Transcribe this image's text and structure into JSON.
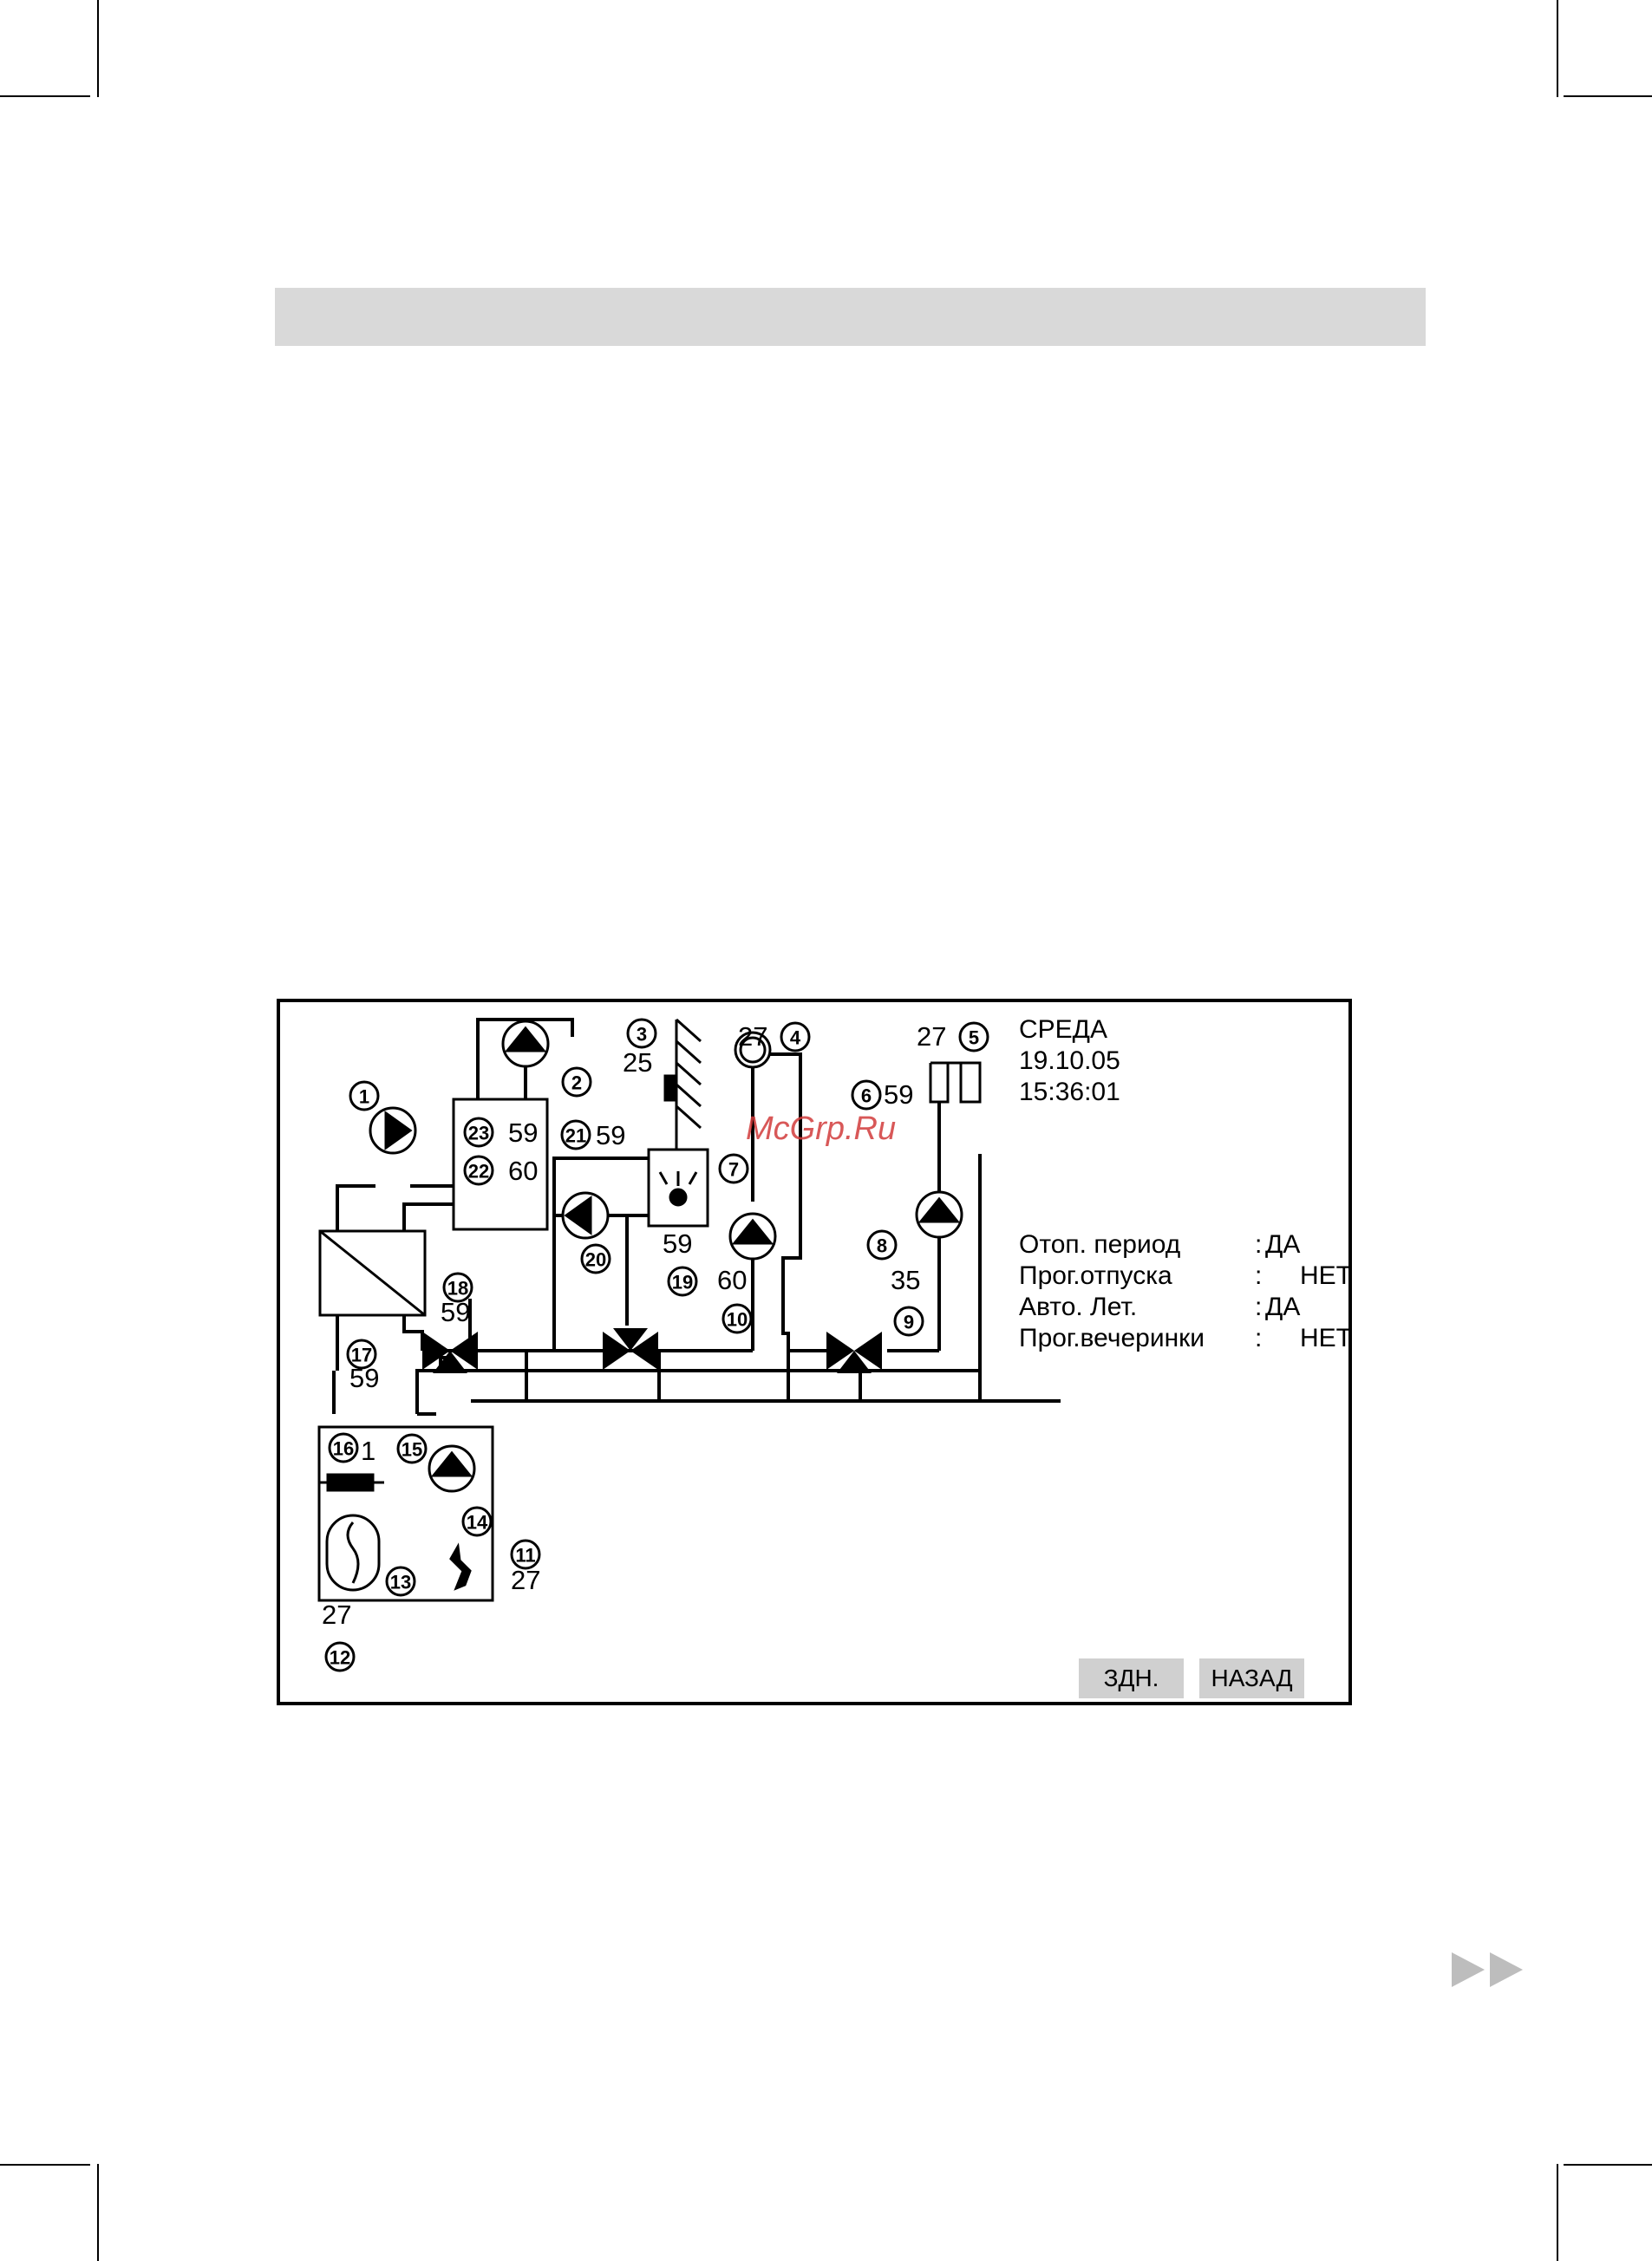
{
  "screen": {
    "day": "СРЕДА",
    "date": "19.10.05",
    "time": "15:36:01"
  },
  "status": [
    {
      "label": "Отоп. период",
      "sep": ":",
      "value": "ДА"
    },
    {
      "label": "Прог.отпуска",
      "sep": ":",
      "value": "НЕТ"
    },
    {
      "label": "Авто. Лет.",
      "sep": ":",
      "value": "ДА"
    },
    {
      "label": "Прог.вечеринки",
      "sep": ":",
      "value": "НЕТ"
    }
  ],
  "buttons": {
    "back_status": "ЗДН.",
    "back": "НАЗАД"
  },
  "watermark": "McGrp.Ru",
  "components": {
    "c1": "1",
    "c2": "2",
    "c3": "3",
    "c4": "4",
    "c5": "5",
    "c6": "6",
    "c7": "7",
    "c8": "8",
    "c9": "9",
    "c10": "10",
    "c11": "11",
    "c12": "12",
    "c13": "13",
    "c14": "14",
    "c15": "15",
    "c16": "16",
    "c17": "17",
    "c18": "18",
    "c19": "19",
    "c20": "20",
    "c21": "21",
    "c22": "22",
    "c23": "23"
  },
  "readings": {
    "r3": "25",
    "r4": "27",
    "r5": "27",
    "r6": "59",
    "r10": "60",
    "r9": "35",
    "r11": "27",
    "r12": "27",
    "r16": "1",
    "r17": "59",
    "r18": "59",
    "r19": "59",
    "r21": "59",
    "r22": "60",
    "r23": "59"
  },
  "colors": {
    "frame": "#000000",
    "header_bar": "#d9d9d9",
    "button_bg": "#d0d0d0",
    "nav_arrows": "#bdbdbd",
    "watermark": "#d23b3b"
  },
  "icons": {
    "next": "double-arrow-right-icon"
  }
}
